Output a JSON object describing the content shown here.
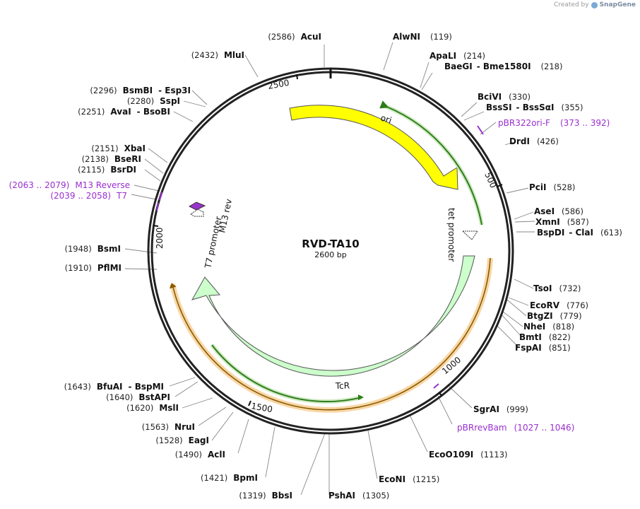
{
  "credit": {
    "prefix": "Created by",
    "brand": "SnapGene"
  },
  "plasmid": {
    "name": "RVD-TA10",
    "length_label": "2600 bp",
    "length": 2600
  },
  "ticks": [
    "2500",
    "500",
    "1000",
    "1500",
    "2000"
  ],
  "features": [
    {
      "name": "ori",
      "type": "rep_origin",
      "color": "#ffff00"
    },
    {
      "name": "tet promoter",
      "type": "promoter",
      "color": "#ffffff"
    },
    {
      "name": "TcR",
      "type": "cds",
      "color": "#ccffcc"
    },
    {
      "name": "T7 promoter",
      "type": "promoter",
      "color": "#ffffff"
    },
    {
      "name": "M13 rev",
      "type": "primer_bind",
      "color": "#9933cc"
    }
  ],
  "sites": [
    {
      "name": "AcuI",
      "pos": "(2586)",
      "side": "L"
    },
    {
      "name": "MluI",
      "pos": "(2432)",
      "side": "L"
    },
    {
      "name": "BsmBI",
      "name2": "Esp3I",
      "pos": "(2296)",
      "side": "L"
    },
    {
      "name": "SspI",
      "pos": "(2280)",
      "side": "L"
    },
    {
      "name": "AvaI",
      "name2": "BsoBI",
      "pos": "(2251)",
      "side": "L"
    },
    {
      "name": "XbaI",
      "pos": "(2151)",
      "side": "L"
    },
    {
      "name": "BseRI",
      "pos": "(2138)",
      "side": "L"
    },
    {
      "name": "BsrDI",
      "pos": "(2115)",
      "side": "L"
    },
    {
      "name": "BsmI",
      "pos": "(1948)",
      "side": "L"
    },
    {
      "name": "PflMI",
      "pos": "(1910)",
      "side": "L"
    },
    {
      "name": "BfuAI",
      "name2": "BspMI",
      "pos": "(1643)",
      "side": "L"
    },
    {
      "name": "BstAPI",
      "pos": "(1640)",
      "side": "L"
    },
    {
      "name": "MslI",
      "pos": "(1620)",
      "side": "L"
    },
    {
      "name": "NruI",
      "pos": "(1563)",
      "side": "L"
    },
    {
      "name": "EagI",
      "pos": "(1528)",
      "side": "L"
    },
    {
      "name": "AclI",
      "pos": "(1490)",
      "side": "L"
    },
    {
      "name": "BpmI",
      "pos": "(1421)",
      "side": "L"
    },
    {
      "name": "BbsI",
      "pos": "(1319)",
      "side": "L"
    },
    {
      "name": "PshAI",
      "pos": "(1305)",
      "side": "R"
    },
    {
      "name": "EcoNI",
      "pos": "(1215)",
      "side": "R"
    },
    {
      "name": "EcoO109I",
      "pos": "(1113)",
      "side": "R"
    },
    {
      "name": "SgrAI",
      "pos": "(999)",
      "side": "R"
    },
    {
      "name": "FspAI",
      "pos": "(851)",
      "side": "R"
    },
    {
      "name": "BmtI",
      "pos": "(822)",
      "side": "R"
    },
    {
      "name": "NheI",
      "pos": "(818)",
      "side": "R"
    },
    {
      "name": "BtgZI",
      "pos": "(779)",
      "side": "R"
    },
    {
      "name": "EcoRV",
      "pos": "(776)",
      "side": "R"
    },
    {
      "name": "TsoI",
      "pos": "(732)",
      "side": "R"
    },
    {
      "name": "BspDI",
      "name2": "ClaI",
      "pos": "(613)",
      "side": "R"
    },
    {
      "name": "XmnI",
      "pos": "(587)",
      "side": "R"
    },
    {
      "name": "AseI",
      "pos": "(586)",
      "side": "R"
    },
    {
      "name": "PciI",
      "pos": "(528)",
      "side": "R"
    },
    {
      "name": "DrdI",
      "pos": "(426)",
      "side": "R"
    },
    {
      "name": "BssSI",
      "name2": "BssSαI",
      "pos": "(355)",
      "side": "R"
    },
    {
      "name": "BciVI",
      "pos": "(330)",
      "side": "R"
    },
    {
      "name": "BaeGI",
      "name2": "Bme1580I",
      "pos": "(218)",
      "side": "R"
    },
    {
      "name": "ApaLI",
      "pos": "(214)",
      "side": "R"
    },
    {
      "name": "AlwNI",
      "pos": "(119)",
      "side": "R"
    }
  ],
  "primers": [
    {
      "name": "pBR322ori-F",
      "pos": "(373 .. 392)"
    },
    {
      "name": "M13 Reverse",
      "pos": "(2063 .. 2079)"
    },
    {
      "name": "T7",
      "pos": "(2039 .. 2058)"
    },
    {
      "name": "pBRrevBam",
      "pos": "(1027 .. 1046)"
    }
  ],
  "colors": {
    "backbone": "#222222",
    "primer": "#9a2fd0",
    "ori": "#ffff00",
    "cds": "#ccffcc",
    "orange": "#f5a623",
    "arrow_green": "#2e7d1a"
  }
}
